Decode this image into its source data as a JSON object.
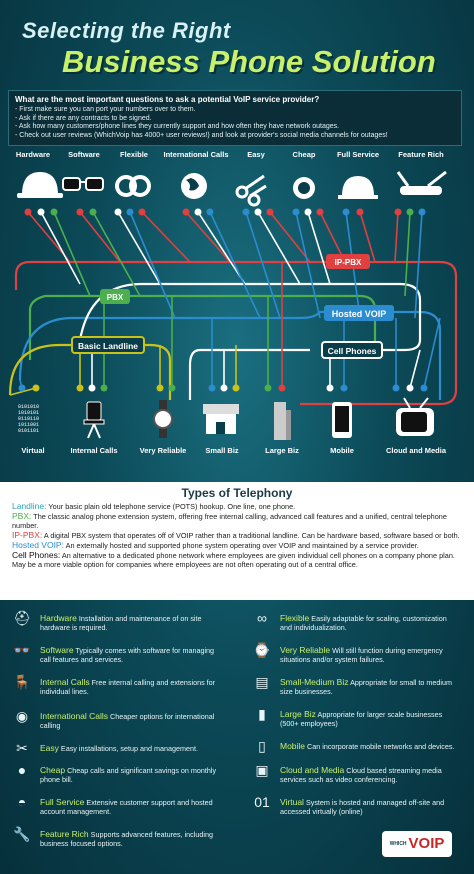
{
  "title": {
    "line1": "Selecting the Right",
    "line2": "Business  Phone Solution"
  },
  "questions": {
    "heading": "What are the most important questions to ask a potential VoIP service provider?",
    "items": [
      "- First make sure you can port your numbers over to them.",
      "- Ask if there are any contracts to be signed.",
      "- Ask how many customers/phone lines they currently support and how often they have network outages.",
      "- Check out user reviews (WhichVoip has 4000+ user reviews!) and look at provider's social media channels for outages!"
    ]
  },
  "top_features": [
    "Hardware",
    "Software",
    "Flexible",
    "International Calls",
    "Easy",
    "Cheap",
    "Full Service",
    "Feature Rich"
  ],
  "top_icons": [
    "hardhat-icon",
    "glasses-icon",
    "pretzel-icon",
    "globe-icon",
    "scissors-icon",
    "piggy-bank-icon",
    "cloche-icon",
    "swiss-knife-icon"
  ],
  "routes": [
    "IP-PBX",
    "PBX",
    "Hosted VOIP",
    "Basic Landline",
    "Cell Phones"
  ],
  "route_colors": {
    "IP-PBX": "#e04040",
    "PBX": "#4cae4c",
    "Hosted VOIP": "#2b8ccf",
    "Basic Landline": "#c9c21a",
    "Cell Phones": "#ffffff"
  },
  "bottom_features": [
    "Virtual",
    "Internal Calls",
    "Very Reliable",
    "Small Biz",
    "Large Biz",
    "Mobile",
    "Cloud and Media"
  ],
  "bottom_icons": [
    "binary-icon",
    "office-chair-icon",
    "watch-icon",
    "storefront-icon",
    "skyscraper-icon",
    "smartphone-icon",
    "tv-icon"
  ],
  "types": {
    "heading": "Types of Telephony",
    "rows": [
      {
        "name": "Landline:",
        "desc": "Your basic plain old telephone service (POTS) hookup. One line, one phone."
      },
      {
        "name": "PBX:",
        "desc": "The classic analog phone extension system, offering free internal calling, advanced call features and a unified, central telephone number."
      },
      {
        "name": "IP-PBX:",
        "desc": "A digital PBX system that operates off of VOIP rather than a traditional landline. Can be hardware based, software based or both."
      },
      {
        "name": "Hosted VOIP:",
        "desc": "An externally hosted and supported phone system operating over VOIP and maintained by a service provider."
      },
      {
        "name": "Cell Phones:",
        "desc": "An alternative to a dedicated phone network where employees are given individual cell phones on a company phone plan. May be a more viable option for companies where employees are not often operating out of a central office."
      }
    ]
  },
  "legend_left": [
    {
      "name": "Hardware",
      "desc": "Installation and maintenance of on site hardware is required.",
      "icon": "hardhat-icon"
    },
    {
      "name": "Software",
      "desc": "Typically comes with software for managing call features and services.",
      "icon": "glasses-icon"
    },
    {
      "name": "Internal Calls",
      "desc": "Free internal calling and extensions for individual lines.",
      "icon": "office-chair-icon"
    },
    {
      "name": "International Calls",
      "desc": "Cheaper options for international calling",
      "icon": "globe-icon"
    },
    {
      "name": "Easy",
      "desc": "Easy installations, setup and management.",
      "icon": "scissors-icon"
    },
    {
      "name": "Cheap",
      "desc": "Cheap calls and significant savings on monthly phone bill.",
      "icon": "piggy-bank-icon"
    },
    {
      "name": "Full Service",
      "desc": "Extensive customer support and hosted account management.",
      "icon": "cloche-icon"
    },
    {
      "name": "Feature Rich",
      "desc": "Supports advanced features, including business focused options.",
      "icon": "swiss-knife-icon"
    }
  ],
  "legend_right": [
    {
      "name": "Flexible",
      "desc": "Easily adaptable for scaling, customization and individualization.",
      "icon": "pretzel-icon"
    },
    {
      "name": "Very Reliable",
      "desc": "Will still function during emergency situations and/or system failures.",
      "icon": "watch-icon"
    },
    {
      "name": "Small-Medium Biz",
      "desc": "Appropriate for small to medium size businesses.",
      "icon": "storefront-icon"
    },
    {
      "name": "Large Biz",
      "desc": "Appropriate for larger scale businesses (500+ employees)",
      "icon": "skyscraper-icon"
    },
    {
      "name": "Mobile",
      "desc": "Can incorporate mobile networks and devices.",
      "icon": "smartphone-icon"
    },
    {
      "name": "Cloud and Media",
      "desc": "Cloud based streaming media services such as video conferencing.",
      "icon": "tv-icon"
    },
    {
      "name": "Virtual",
      "desc": "System is hosted and managed off-site and accessed virtually (online)",
      "icon": "binary-icon"
    }
  ],
  "logo": {
    "top": "WHICH",
    "main": "VOIP"
  }
}
